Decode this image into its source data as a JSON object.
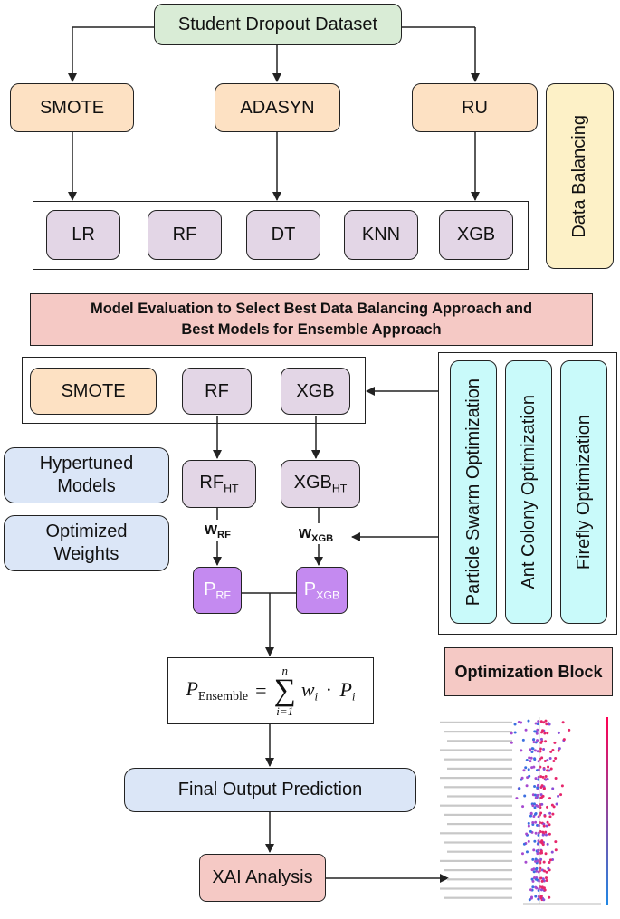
{
  "dataset": "Student Dropout Dataset",
  "balancing": {
    "smote": "SMOTE",
    "adasyn": "ADASYN",
    "ru": "RU",
    "label": "Data Balancing"
  },
  "models": [
    "LR",
    "RF",
    "DT",
    "KNN",
    "XGB"
  ],
  "evaluation": {
    "line1": "Model Evaluation to Select Best Data Balancing Approach and",
    "line2": "Best Models for Ensemble Approach"
  },
  "selected": {
    "smote": "SMOTE",
    "rf": "RF",
    "xgb": "XGB"
  },
  "hypertuned": {
    "label_line1": "Hypertuned",
    "label_line2": "Models",
    "rf_base": "RF",
    "rf_sub": "HT",
    "xgb_base": "XGB",
    "xgb_sub": "HT"
  },
  "weights": {
    "label_line1": "Optimized",
    "label_line2": "Weights",
    "w": "w",
    "rf_sub": "RF",
    "xgb_sub": "XGB"
  },
  "predictions": {
    "p": "P",
    "rf_sub": "RF",
    "xgb_sub": "XGB"
  },
  "formula": {
    "lhs_p": "P",
    "lhs_sub": "Ensemble",
    "eq": "=",
    "upper": "n",
    "lower": "i=1",
    "term_w": "w",
    "term_p": "P",
    "idx": "i",
    "dot": "·"
  },
  "optimizers": [
    "Particle Swarm Optimization",
    "Ant Colony Optimization",
    "Firefly Optimization"
  ],
  "optimization_block": "Optimization Block",
  "final_output": "Final Output Prediction",
  "xai": "XAI Analysis",
  "colors": {
    "green": "#d9ecd6",
    "orange": "#fde1c3",
    "purple": "#e3d6e6",
    "pink": "#f5c9c5",
    "blue": "#dbe6f7",
    "yellow": "#fdf1c7",
    "cyan": "#c9fafa",
    "violet": "#c48af0"
  }
}
